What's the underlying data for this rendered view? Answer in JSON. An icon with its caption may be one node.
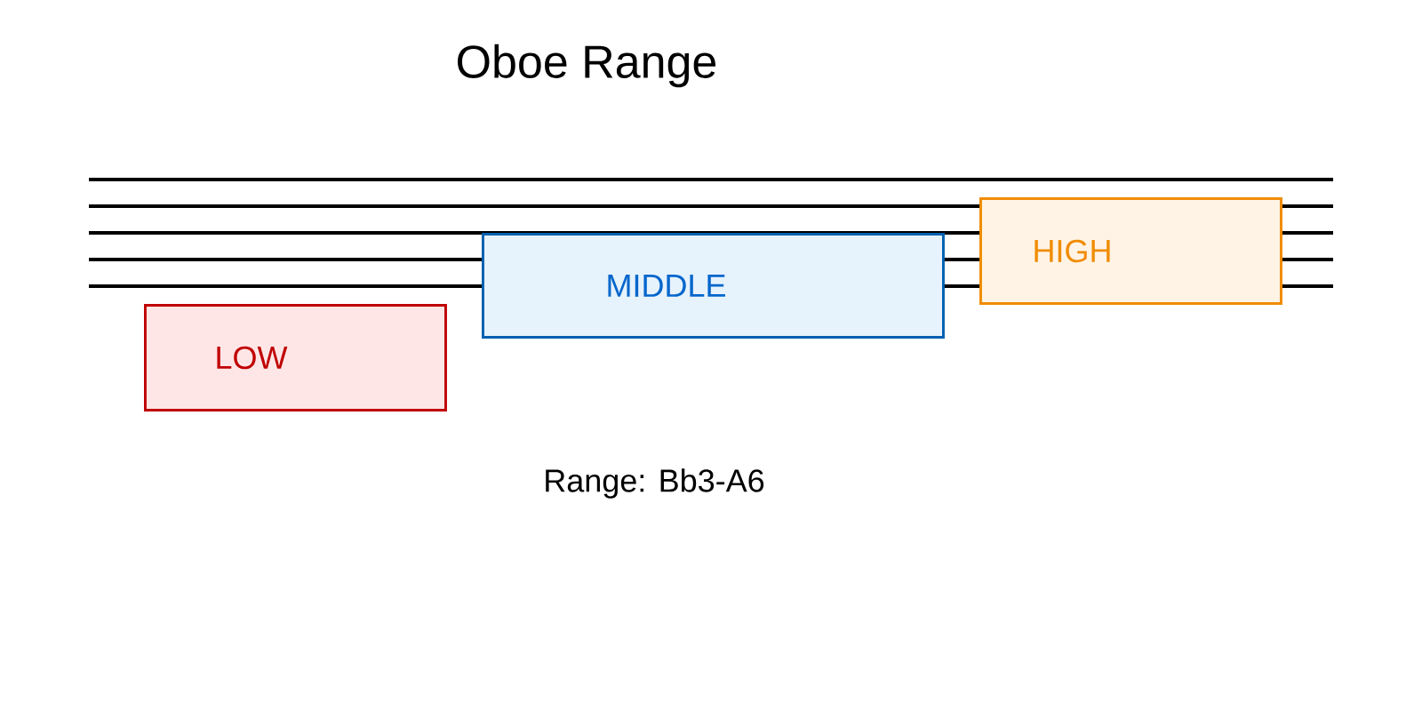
{
  "diagram": {
    "title": "Oboe Range",
    "nodes": [
      {
        "text": [
          "LOW"
        ]
      },
      {
        "text": [
          "MIDDLE"
        ]
      },
      {
        "text": [
          "HIGH"
        ]
      }
    ],
    "labels": [
      "Range: Bb3-A6"
    ]
  }
}
